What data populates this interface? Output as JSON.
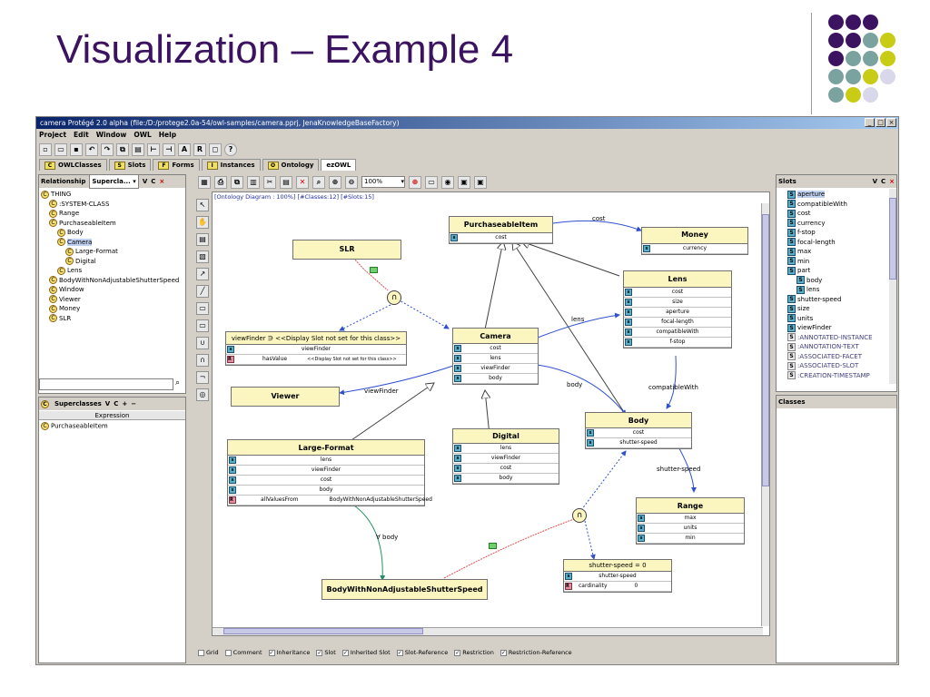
{
  "slide": {
    "title": "Visualization – Example 4"
  },
  "colors": {
    "title": "#3c1360",
    "dot_purple": "#3c1360",
    "dot_teal": "#7aa3a0",
    "dot_lime": "#c8cc14",
    "dot_light": "#d8d8ea"
  },
  "window": {
    "title": "camera  Protégé 2.0 alpha   (file:/D:/protege2.0a-54/owl-samples/camera.pprj, JenaKnowledgeBaseFactory)",
    "btn_min": "_",
    "btn_max": "□",
    "btn_close": "×"
  },
  "menu": [
    "Project",
    "Edit",
    "Window",
    "OWL",
    "Help"
  ],
  "toolbar": {
    "a": "A",
    "r": "R",
    "help": "?"
  },
  "tabs": [
    {
      "label": "OWLClasses",
      "icon": "C"
    },
    {
      "label": "Slots",
      "icon": "S"
    },
    {
      "label": "Forms",
      "icon": "F"
    },
    {
      "label": "Instances",
      "icon": "I"
    },
    {
      "label": "Ontology",
      "icon": "O"
    },
    {
      "label": "ezOWL",
      "icon": ""
    }
  ],
  "left": {
    "relationship_label": "Relationship",
    "relationship_value": "Supercla...",
    "btn_v": "V",
    "btn_c": "C",
    "btn_close": "×",
    "tree": [
      {
        "t": "THING",
        "d": 0
      },
      {
        "t": ":SYSTEM-CLASS",
        "d": 1
      },
      {
        "t": "Range",
        "d": 1
      },
      {
        "t": "PurchaseableItem",
        "d": 1
      },
      {
        "t": "Body",
        "d": 2
      },
      {
        "t": "Camera",
        "d": 2,
        "sel": true
      },
      {
        "t": "Large-Format",
        "d": 3
      },
      {
        "t": "Digital",
        "d": 3
      },
      {
        "t": "Lens",
        "d": 2
      },
      {
        "t": "BodyWithNonAdjustableShutterSpeed",
        "d": 1
      },
      {
        "t": "Window",
        "d": 1
      },
      {
        "t": "Viewer",
        "d": 1
      },
      {
        "t": "Money",
        "d": 1
      },
      {
        "t": "SLR",
        "d": 1
      }
    ],
    "superclasses_label": "Superclasses",
    "expression_label": "Expression",
    "superclass_item": "PurchaseableItem"
  },
  "canvas": {
    "header": "[Ontology Diagram : 100%] [#Classes:12] [#Slots:15]",
    "zoom": "100%"
  },
  "classes": {
    "purchaseable": {
      "title": "PurchaseableItem",
      "rows": [
        "cost"
      ]
    },
    "money": {
      "title": "Money",
      "rows": [
        "currency"
      ]
    },
    "slr": {
      "title": "SLR"
    },
    "lens": {
      "title": "Lens",
      "rows": [
        "cost",
        "size",
        "aperture",
        "focal-length",
        "compatibleWith",
        "f-stop"
      ]
    },
    "camera": {
      "title": "Camera",
      "rows": [
        "cost",
        "lens",
        "viewFinder",
        "body"
      ]
    },
    "viewfinder_r": {
      "title": "viewFinder ∋ <<Display Slot not set for this class>>",
      "rows": [
        "viewFinder"
      ],
      "rtype": "hasValue",
      "rval": "<<Display Slot not set for this class>>"
    },
    "viewer": {
      "title": "Viewer"
    },
    "body": {
      "title": "Body",
      "rows": [
        "cost",
        "shutter-speed"
      ]
    },
    "digital": {
      "title": "Digital",
      "rows": [
        "lens",
        "viewFinder",
        "cost",
        "body"
      ]
    },
    "largeformat": {
      "title": "Large-Format",
      "rows": [
        "lens",
        "viewFinder",
        "cost",
        "body"
      ],
      "rtype": "allValuesFrom",
      "rval": "BodyWithNonAdjustableShutterSpeed"
    },
    "range": {
      "title": "Range",
      "rows": [
        "max",
        "units",
        "min"
      ]
    },
    "shutter_r": {
      "title": "shutter-speed = 0",
      "rows": [
        "shutter-speed"
      ],
      "rtype": "cardinality",
      "rval": "0"
    },
    "bwnass": {
      "title": "BodyWithNonAdjustableShutterSpeed"
    }
  },
  "edges": {
    "cost": "cost",
    "lens": "lens",
    "body": "body",
    "viewFinder": "viewFinder",
    "compatibleWith": "compatibleWith",
    "shutter": "shutter-speed",
    "forall": "∀ body",
    "cap": "∩"
  },
  "slots": {
    "header": "Slots",
    "btn_v": "V",
    "btn_c": "C",
    "btn_close": "×",
    "items": [
      {
        "t": "aperture",
        "sel": true
      },
      {
        "t": "compatibleWith"
      },
      {
        "t": "cost"
      },
      {
        "t": "currency"
      },
      {
        "t": "f-stop"
      },
      {
        "t": "focal-length"
      },
      {
        "t": "max"
      },
      {
        "t": "min"
      },
      {
        "t": "part"
      },
      {
        "t": "body",
        "sub": true
      },
      {
        "t": "lens",
        "sub": true
      },
      {
        "t": "shutter-speed"
      },
      {
        "t": "size"
      },
      {
        "t": "units"
      },
      {
        "t": "viewFinder"
      },
      {
        "t": ":ANNOTATED-INSTANCE",
        "grey": true
      },
      {
        "t": ":ANNOTATION-TEXT",
        "grey": true
      },
      {
        "t": ":ASSOCIATED-FACET",
        "grey": true
      },
      {
        "t": ":ASSOCIATED-SLOT",
        "grey": true
      },
      {
        "t": ":CREATION-TIMESTAMP",
        "grey": true
      }
    ],
    "classes_header": "Classes"
  },
  "bottom": [
    {
      "t": "Grid",
      "c": false
    },
    {
      "t": "Comment",
      "c": false
    },
    {
      "t": "Inheritance",
      "c": true
    },
    {
      "t": "Slot",
      "c": true
    },
    {
      "t": "Inherited Slot",
      "c": true
    },
    {
      "t": "Slot-Reference",
      "c": true
    },
    {
      "t": "Restriction",
      "c": true
    },
    {
      "t": "Restriction-Reference",
      "c": true
    }
  ]
}
